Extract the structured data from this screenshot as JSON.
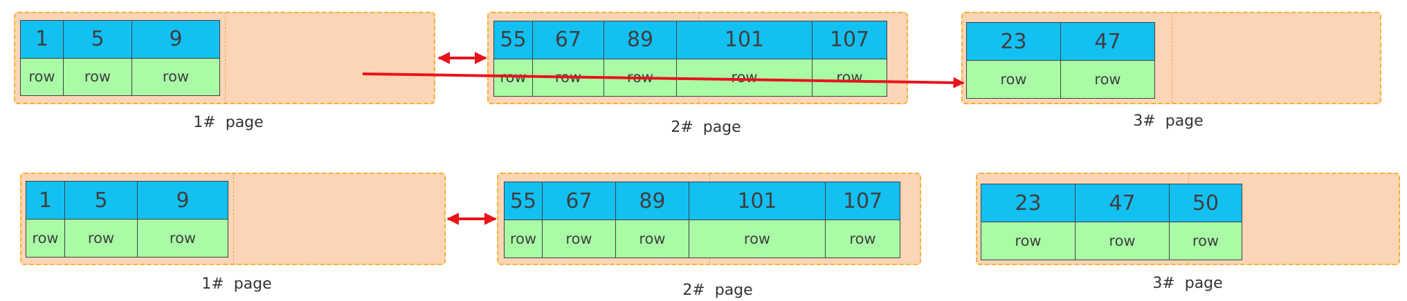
{
  "diagram": {
    "top": {
      "pages": [
        {
          "caption": "1#  page",
          "keys": [
            "1",
            "5",
            "9"
          ],
          "rows": [
            "row",
            "row",
            "row"
          ]
        },
        {
          "caption": "2#  page",
          "keys": [
            "55",
            "67",
            "89",
            "101",
            "107"
          ],
          "rows": [
            "row",
            "row",
            "row",
            "row",
            "row"
          ]
        },
        {
          "caption": "3#  page",
          "keys": [
            "23",
            "47"
          ],
          "rows": [
            "row",
            "row"
          ]
        }
      ]
    },
    "bottom": {
      "pages": [
        {
          "caption": "1#  page",
          "keys": [
            "1",
            "5",
            "9"
          ],
          "rows": [
            "row",
            "row",
            "row"
          ]
        },
        {
          "caption": "2#  page",
          "keys": [
            "55",
            "67",
            "89",
            "101",
            "107"
          ],
          "rows": [
            "row",
            "row",
            "row",
            "row",
            "row"
          ]
        },
        {
          "caption": "3#  page",
          "keys": [
            "23",
            "47",
            "50"
          ],
          "rows": [
            "row",
            "row",
            "row"
          ]
        }
      ]
    },
    "colors": {
      "page_fill": "#fbd5b5",
      "page_border": "#f3b12e",
      "key_cell": "#13c0f2",
      "row_cell": "#a9fca5",
      "link_arrow": "#e8131b"
    }
  }
}
